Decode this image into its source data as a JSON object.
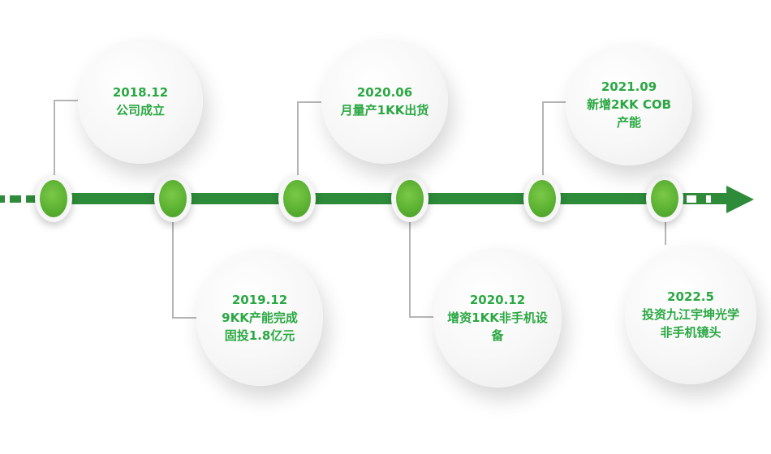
{
  "timeline": {
    "line_color": "#2e8b3a",
    "node_color": "#5bb232",
    "text_color": "#2aa842",
    "events": [
      {
        "date": "2018.12",
        "lines": [
          "公司成立"
        ],
        "position": "above"
      },
      {
        "date": "2019.12",
        "lines": [
          "9KK产能完成",
          "固投1.8亿元"
        ],
        "position": "below"
      },
      {
        "date": "2020.06",
        "lines": [
          "月量产1KK出货"
        ],
        "position": "above"
      },
      {
        "date": "2020.12",
        "lines": [
          "增资1KK非手机设",
          "备"
        ],
        "position": "below"
      },
      {
        "date": "2021.09",
        "lines": [
          "新增2KK COB",
          "产能"
        ],
        "position": "above"
      },
      {
        "date": "2022.5",
        "lines": [
          "投资九江宇坤光学",
          "非手机镜头"
        ],
        "position": "below"
      }
    ]
  }
}
